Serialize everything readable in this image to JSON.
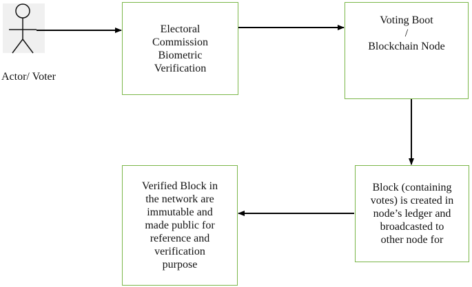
{
  "actor": {
    "label": "Actor/\nVoter",
    "icon": "stick-figure-icon"
  },
  "nodes": {
    "electoral": "Electoral\nCommission\nBiometric\nVerification",
    "voting_boot": "Voting Boot\n/\nBlockchain Node",
    "block_created": "Block (containing\nvotes) is created in\nnode’s ledger and\nbroadcasted to\nother node for",
    "verified_block": "Verified Block in\nthe network are\nimmutable and\nmade public for\nreference and\nverification\npurpose"
  },
  "colors": {
    "box_border": "#7ab648",
    "arrow": "#000000",
    "actor_background": "#f0f0f0"
  }
}
